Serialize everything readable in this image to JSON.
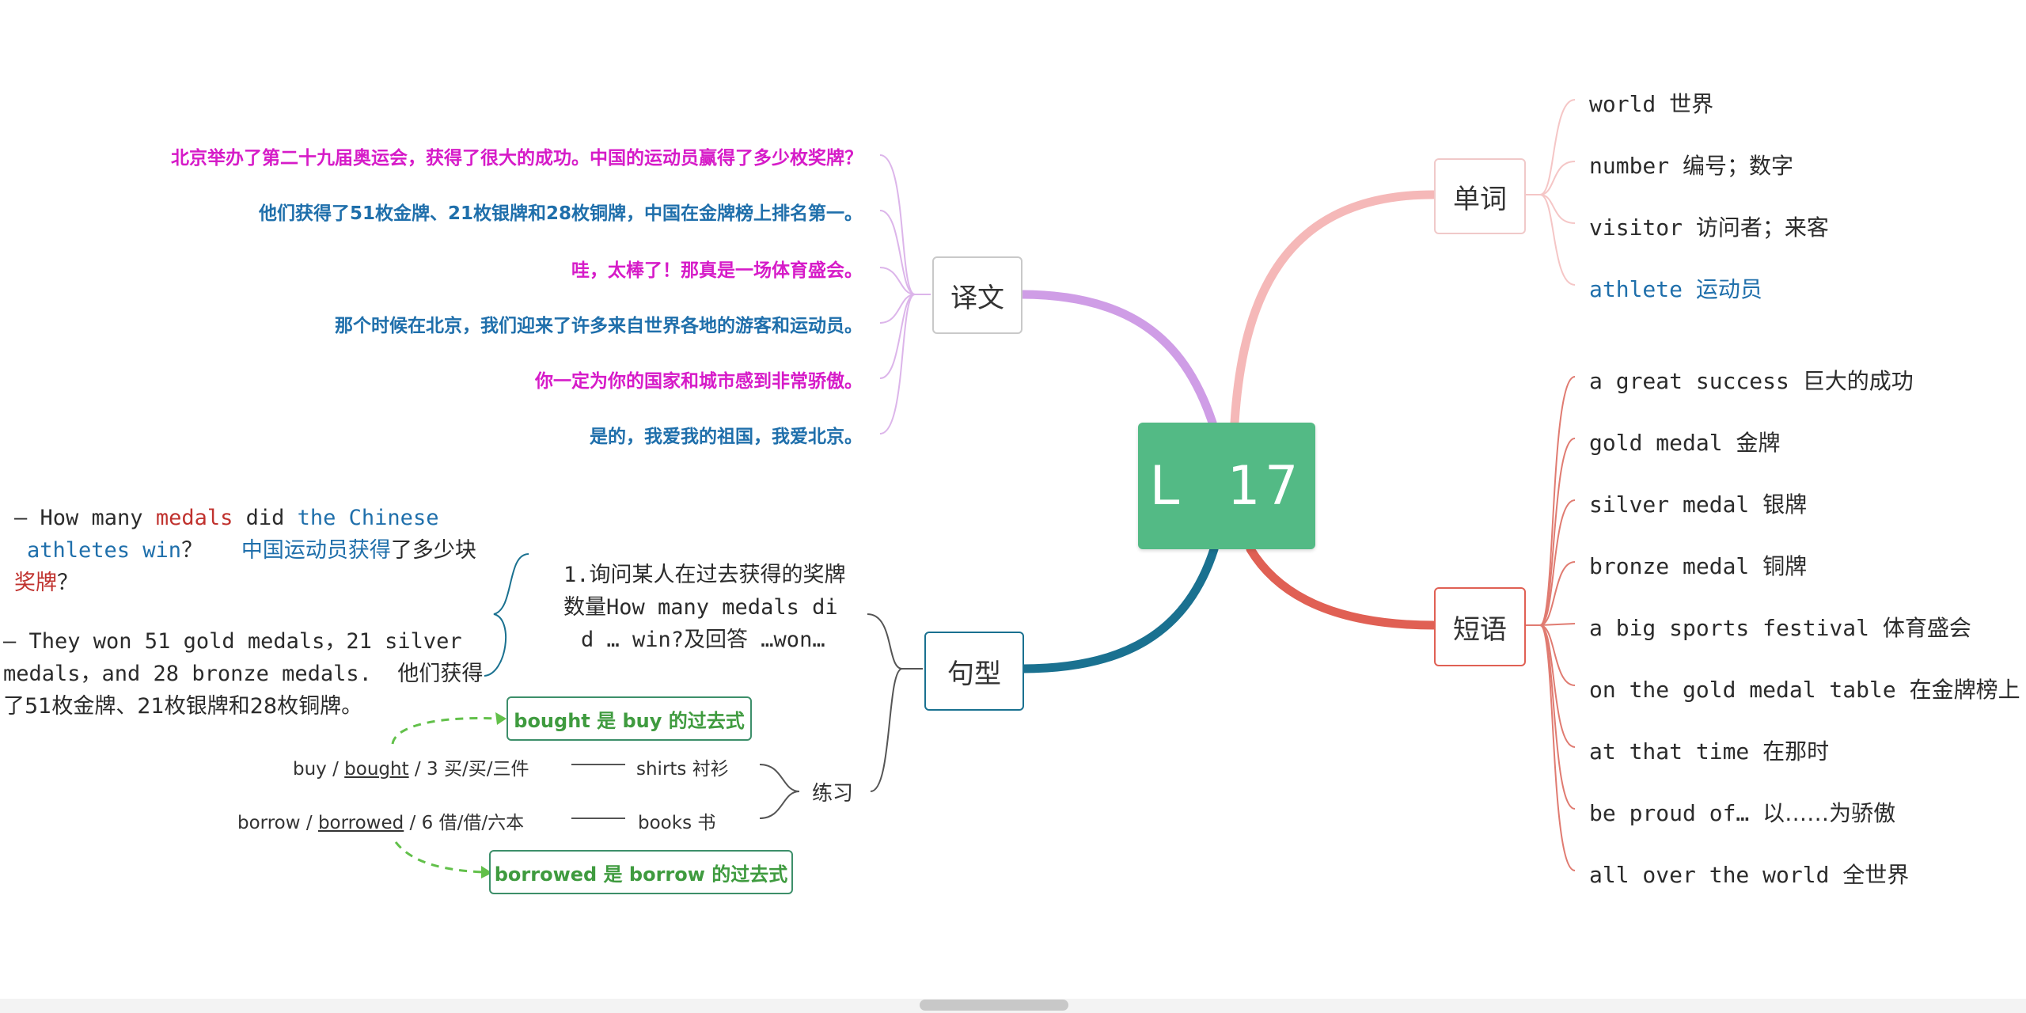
{
  "center": {
    "label": "L  17",
    "color": "#53ba85"
  },
  "branches": {
    "vocab": {
      "label": "单词",
      "color": "#f5b8b8"
    },
    "phrases": {
      "label": "短语",
      "color": "#e06054"
    },
    "translation": {
      "label": "译文",
      "color": "#cf9de6"
    },
    "patterns": {
      "label": "句型",
      "color": "#1a7190"
    }
  },
  "vocab_items": [
    {
      "en": "world",
      "cn": "世界",
      "highlight": false
    },
    {
      "en": "number",
      "cn": "编号；数字",
      "highlight": false
    },
    {
      "en": "visitor",
      "cn": "访问者；来客",
      "highlight": false
    },
    {
      "en": "athlete",
      "cn": "运动员",
      "highlight": true
    }
  ],
  "phrase_items": [
    {
      "en": "a great success",
      "cn": "巨大的成功"
    },
    {
      "en": "gold medal",
      "cn": "金牌"
    },
    {
      "en": "silver medal",
      "cn": "银牌"
    },
    {
      "en": "bronze medal",
      "cn": "铜牌"
    },
    {
      "en": " a big sports festival",
      "cn": "体育盛会"
    },
    {
      "en": "on the gold medal table",
      "cn": "在金牌榜上"
    },
    {
      "en": "at that time",
      "cn": "在那时"
    },
    {
      "en": "be proud of…",
      "cn": "以……为骄傲"
    },
    {
      "en": "all over the world",
      "cn": "全世界"
    }
  ],
  "translation_items": [
    {
      "text": "北京举办了第二十九届奥运会，获得了很大的成功。中国的运动员赢得了多少枚奖牌？",
      "style": "m"
    },
    {
      "text": "他们获得了51枚金牌、21枚银牌和28枚铜牌，中国在金牌榜上排名第一。",
      "style": "b"
    },
    {
      "text": "哇，太棒了！那真是一场体育盛会。",
      "style": "m"
    },
    {
      "text": "那个时候在北京，我们迎来了许多来自世界各地的游客和运动员。",
      "style": "b"
    },
    {
      "text": "你一定为你的国家和城市感到非常骄傲。",
      "style": "m"
    },
    {
      "text": "是的，我爱我的祖国，我爱北京。",
      "style": "b"
    }
  ],
  "pattern": {
    "title_lines": [
      "1.询问某人在过去获得的奖牌",
      "数量How many medals di",
      "d … win?及回答 …won…"
    ],
    "q_line1_a": "— How many ",
    "q_line1_b": "medals",
    "q_line1_c": " did ",
    "q_line1_d": "the Chinese",
    "q_line2_a": "athletes win",
    "q_line2_b": "？",
    "q_line2_c": "中国运动员获得",
    "q_line2_d": "了多少块",
    "q_line3_a": "奖牌",
    "q_line3_b": "？",
    "a_line1": "— They won 51 gold medals，21 silver",
    "a_line2": "medals，and 28 bronze medals.",
    "a_line2_cn": "他们获得",
    "a_line3": "了51枚金牌、21枚银牌和28枚铜牌。"
  },
  "practice": {
    "label": "练习",
    "row1": {
      "a": "buy / ",
      "b": "bought",
      "c": " / 3  买/买/三件",
      "d": "shirts 衬衫"
    },
    "row2": {
      "a": "borrow / ",
      "b": "borrowed",
      "c": " / 6  借/借/六本",
      "d": "books 书"
    },
    "note1": "bought 是 buy 的过去式",
    "note2": "borrowed 是 borrow 的过去式"
  }
}
